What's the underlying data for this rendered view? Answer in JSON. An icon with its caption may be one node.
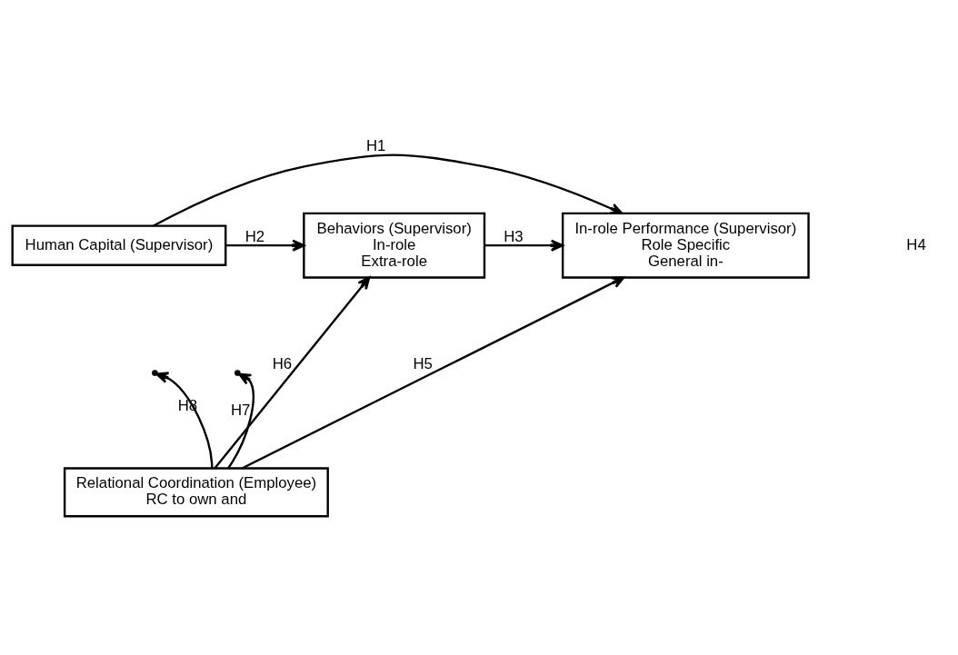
{
  "diagram": {
    "nodes": [
      {
        "text": [
          "Human Capital (Supervisor)"
        ]
      },
      {
        "text": [
          "Behaviors (Supervisor)",
          "In-role",
          "Extra-role"
        ]
      },
      {
        "text": [
          "In-role Performance (Supervisor)",
          "Role Specific",
          "General in-"
        ]
      },
      {
        "text": [
          "Relational Coordination (Employee)",
          "RC to own and"
        ]
      }
    ],
    "edges": [
      {
        "from": 0,
        "to": 1,
        "arrow": "to",
        "label": "H2"
      },
      {
        "from": 1,
        "to": 2,
        "arrow": "to",
        "label": "H3"
      },
      {
        "from": 0,
        "to": 2,
        "arrow": "to",
        "label": "H1"
      },
      {
        "from": 3,
        "to": null,
        "arrow": "to",
        "label": "H8"
      },
      {
        "from": 3,
        "to": 1,
        "arrow": "to",
        "label": "H6"
      },
      {
        "from": 3,
        "to": 2,
        "arrow": "to",
        "label": "H5"
      },
      {
        "from": 3,
        "to": null,
        "arrow": "to",
        "label": "H7"
      }
    ],
    "labels": [
      "H4"
    ]
  }
}
